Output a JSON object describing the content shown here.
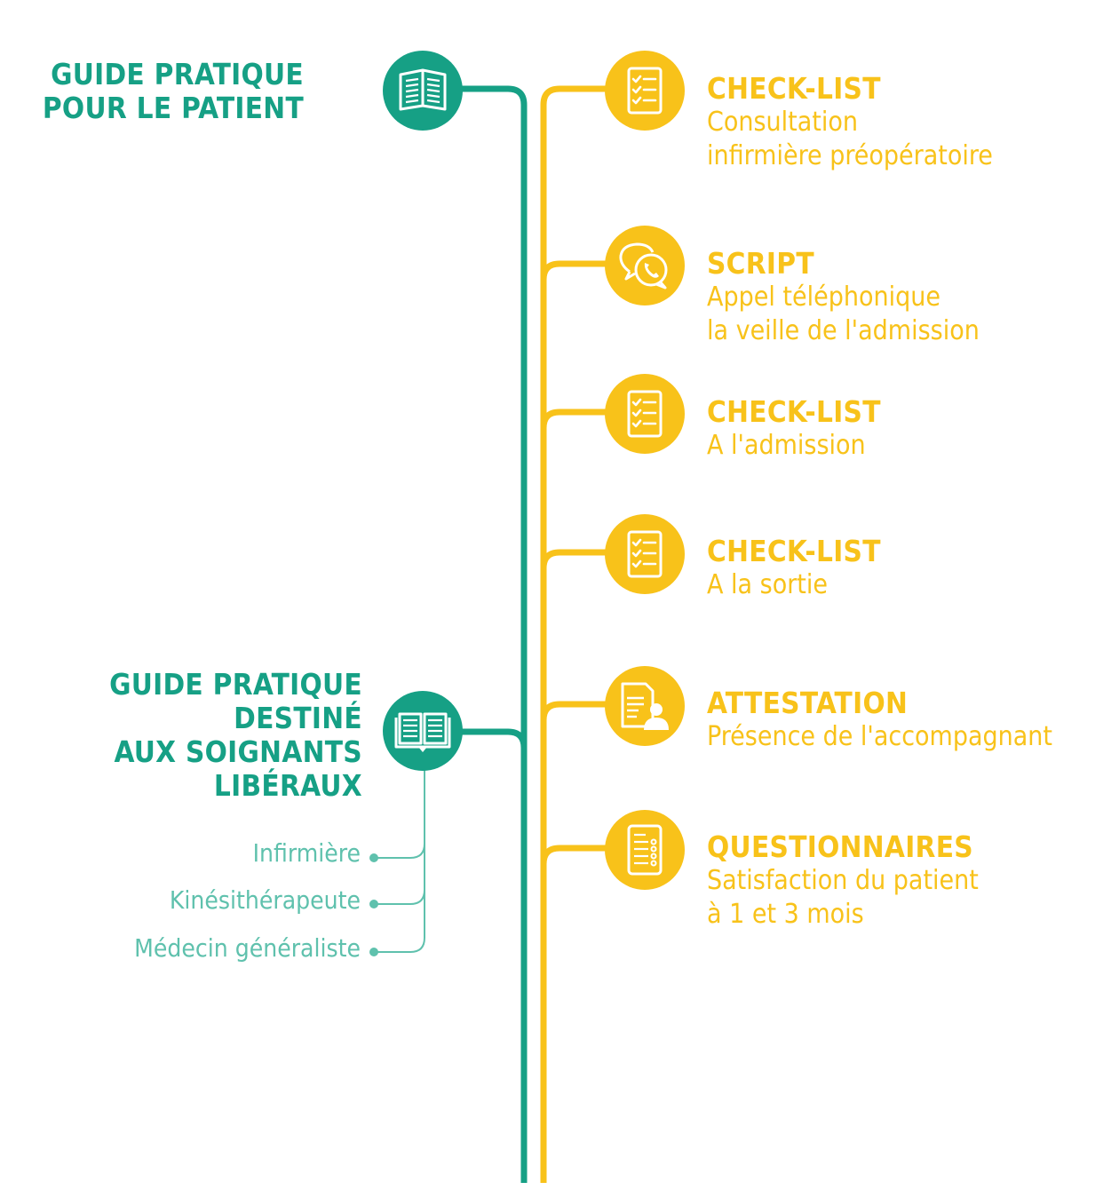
{
  "colors": {
    "green": "#16a085",
    "light_green": "#5fc1ad",
    "yellow": "#f8c21a"
  },
  "patient_guide": {
    "icon": "open-book-icon",
    "title_line1": "GUIDE PRATIQUE",
    "title_line2": "POUR LE PATIENT"
  },
  "caregivers_guide": {
    "icon": "book-icon",
    "title_lines": [
      "GUIDE PRATIQUE",
      "DESTINÉ",
      "AUX SOIGNANTS",
      "LIBÉRAUX"
    ],
    "audiences": [
      "Infirmière",
      "Kinésithérapeute",
      "Médecin généraliste"
    ]
  },
  "timeline_items": [
    {
      "icon": "checklist-icon",
      "heading": "CHECK-LIST",
      "lines": [
        "Consultation",
        "infirmière préopératoire"
      ]
    },
    {
      "icon": "phone-chat-icon",
      "heading": "SCRIPT",
      "lines": [
        "Appel téléphonique",
        "la veille de l'admission"
      ]
    },
    {
      "icon": "checklist-icon",
      "heading": "CHECK-LIST",
      "lines": [
        "A l'admission"
      ]
    },
    {
      "icon": "checklist-icon",
      "heading": "CHECK-LIST",
      "lines": [
        "A la sortie"
      ]
    },
    {
      "icon": "certificate-icon",
      "heading": "ATTESTATION",
      "lines": [
        "Présence de l'accompagnant"
      ]
    },
    {
      "icon": "questionnaire-icon",
      "heading": "QUESTIONNAIRES",
      "lines": [
        "Satisfaction du patient",
        "à 1 et 3 mois"
      ]
    }
  ]
}
